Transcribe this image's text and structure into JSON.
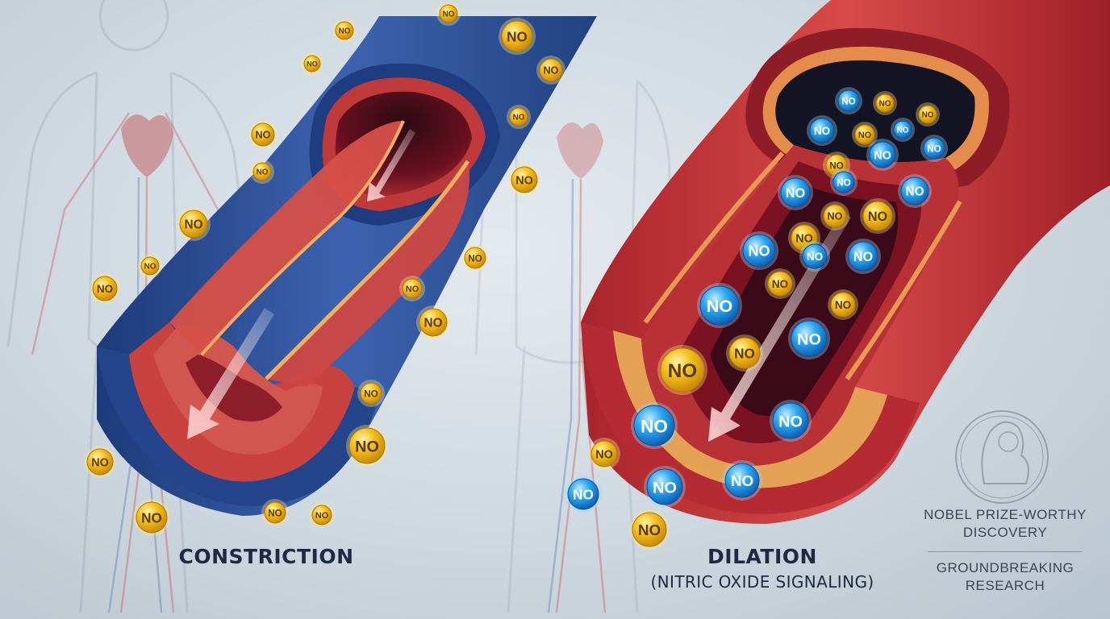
{
  "labels": {
    "left_panel": "CONSTRICTION",
    "right_panel": "DILATION",
    "right_panel_sub": "(NITRIC OXIDE SIGNALING)"
  },
  "side_notes": {
    "line1": "NOBEL PRIZE-WORTHY DISCOVERY",
    "line2": "GROUNDBREAKING RESEARCH"
  },
  "molecule_label": "NO",
  "colors": {
    "background": "#cfd8e0",
    "vein_outer": "#2c4b8f",
    "artery_outer": "#c8323a",
    "tissue": "#cf4540",
    "yellow_molecule": "#f2b81c",
    "blue_molecule": "#1f8fe0",
    "text": "#1d2a44"
  },
  "icons": [
    "anatomy-silhouette",
    "heart",
    "no-molecule",
    "nobel-medal",
    "flow-arrow"
  ]
}
